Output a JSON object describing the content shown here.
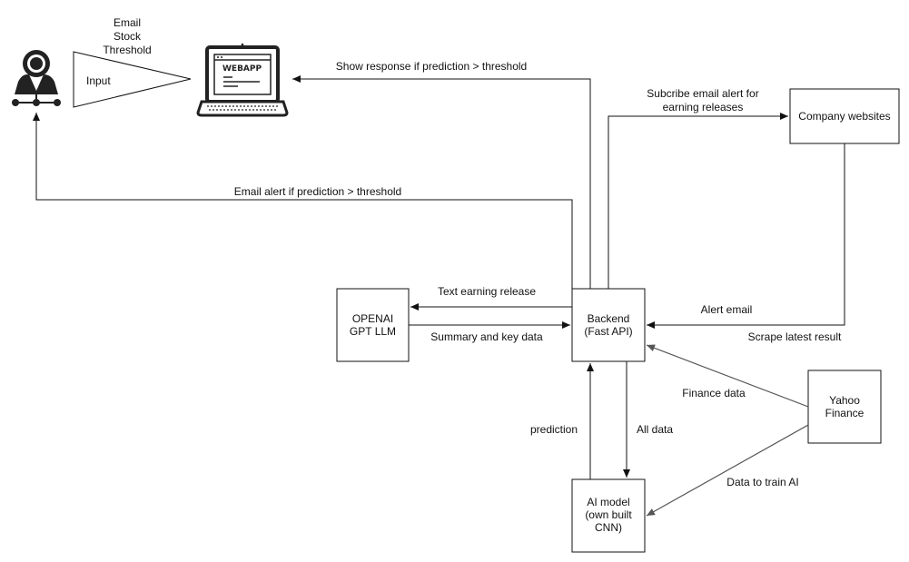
{
  "user": {
    "input_fields": [
      "Email",
      "Stock",
      "Threshold"
    ],
    "input_label": "Input"
  },
  "webapp": {
    "screen_label": "WEBAPP"
  },
  "nodes": {
    "backend": [
      "Backend",
      "(Fast API)"
    ],
    "openai": [
      "OPENAI",
      "GPT LLM"
    ],
    "company_websites": [
      "Company websites"
    ],
    "yahoo_finance": [
      "Yahoo",
      "Finance"
    ],
    "ai_model": [
      "AI model",
      "(own built",
      "CNN)"
    ]
  },
  "edges": {
    "show_response": "Show response if prediction > threshold",
    "email_alert": "Email alert if prediction > threshold",
    "subscribe": [
      "Subcribe email alert for",
      "earning releases"
    ],
    "text_earning_release": "Text earning release",
    "summary_key_data": "Summary and key data",
    "alert_email": "Alert email",
    "scrape_latest": "Scrape latest result",
    "finance_data": "Finance data",
    "data_to_train": "Data to train AI",
    "prediction": "prediction",
    "all_data": "All data"
  },
  "colors": {
    "line": "#111111",
    "data_line": "#555555",
    "background": "#ffffff"
  }
}
